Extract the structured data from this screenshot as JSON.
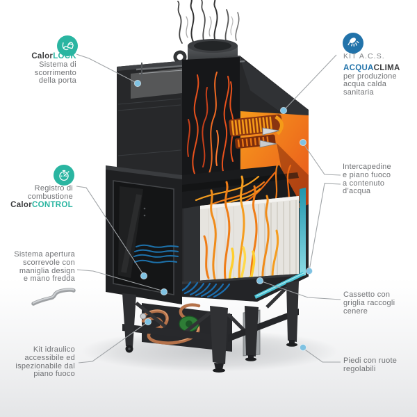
{
  "diagram": {
    "subject": "fireplace-cutaway-illustration",
    "colors": {
      "teal_accent": "#2ab5a1",
      "blue_accent": "#2273aa",
      "connector_dot": "#7fc2e2",
      "leader_line": "#a0a4a7",
      "text_gray": "#6f7174",
      "text_dark": "#3b3c3e",
      "flame_orange": "#f0831c",
      "flame_yellow": "#ffd02e",
      "water_cyan": "#49c2d4",
      "water_blue": "#1f78b4",
      "copper": "#b5724a"
    },
    "callouts": {
      "calor_lock": {
        "icon": "hand-lock-icon",
        "brand_prefix": "Calor",
        "brand_suffix": "LOCK",
        "lines": [
          "Sistema di",
          "scorrimento",
          "della porta"
        ]
      },
      "calor_control": {
        "icon": "combustion-dial-icon",
        "lines": [
          "Registro di",
          "combustione"
        ],
        "brand_prefix": "Calor",
        "brand_suffix": "CONTROL"
      },
      "apertura_scorrevole": {
        "image": "cold-hand-design-handle",
        "lines": [
          "Sistema apertura",
          "scorrevole con",
          "maniglia design",
          "e mano fredda"
        ]
      },
      "kit_idraulico": {
        "lines": [
          "Kit idraulico",
          "accessibile ed",
          "ispezionabile dal",
          "piano fuoco"
        ]
      },
      "kit_acs": {
        "icon": "shower-icon",
        "kicker": "KIT A.C.S.",
        "brand_prefix": "ACQUA",
        "brand_suffix": "CLIMA",
        "lines": [
          "per produzione",
          "acqua calda",
          "sanitaria"
        ]
      },
      "intercapedine": {
        "lines": [
          "Intercapedine",
          "e piano fuoco",
          "a contenuto",
          "d’acqua"
        ]
      },
      "cassetto_cenere": {
        "lines": [
          "Cassetto con",
          "griglia raccogli",
          "cenere"
        ]
      },
      "piedi": {
        "lines": [
          "Piedi con ruote",
          "regolabili"
        ]
      }
    }
  }
}
